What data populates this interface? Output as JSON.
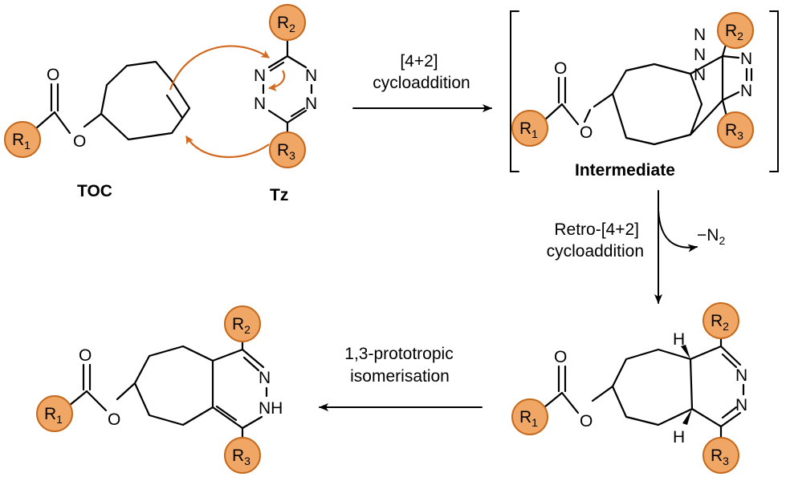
{
  "labels": {
    "toc": "TOC",
    "tz": "Tz",
    "intermediate": "Intermediate",
    "cycloaddition_line1": "[4+2]",
    "cycloaddition_line2": "cycloaddition",
    "retro_line1": "Retro-[4+2]",
    "retro_line2": "cycloaddition",
    "byproduct": "N",
    "byproduct_sub": "2",
    "byproduct_minus": "−",
    "iso_line1": "1,3-prototropic",
    "iso_line2": "isomerisation"
  },
  "atoms": {
    "O": "O",
    "N": "N",
    "H": "H",
    "NH": "NH",
    "R": "R",
    "sub1": "1",
    "sub2": "2",
    "sub3": "3"
  },
  "colors": {
    "substituent_fill": "#f0a766",
    "substituent_stroke": "#c7691c",
    "electron_arrow": "#d2691e",
    "ink": "#000000"
  }
}
